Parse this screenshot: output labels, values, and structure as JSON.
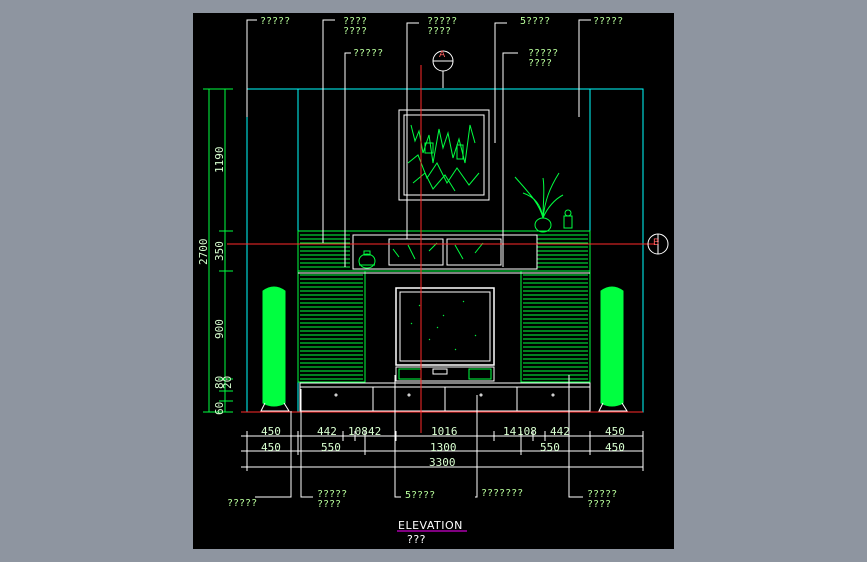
{
  "drawing": {
    "title": "ELEVATION",
    "subtitle": "???",
    "section_markers": [
      "A",
      "B"
    ],
    "colors": {
      "background": "#000000",
      "frame": "#8e95a0",
      "outline": "#00ffff",
      "furniture": "#00ff40",
      "dimension": "#d8ffd0",
      "leader": "#ffffff",
      "center_line": "#ff2a2a",
      "title_underline": "#ff00ff"
    },
    "callouts": {
      "top_left": "?????",
      "top_mid_left": "????\n????",
      "mid_left": "?????",
      "top_center": "?????\n????",
      "top_mid_right": "5????",
      "mid_right": "?????\n????",
      "top_right": "?????",
      "bottom_far_left": "?????",
      "bottom_left": "?????\n????",
      "bottom_center": "5????",
      "bottom_mid_right": "???????",
      "bottom_right": "?????\n????"
    },
    "dimensions": {
      "row1": [
        "450",
        "442",
        "108",
        "42",
        "1016",
        "14",
        "108",
        "442",
        "450"
      ],
      "row2": [
        "450",
        "550",
        "1300",
        "550",
        "450"
      ],
      "total": "3300",
      "vertical": [
        "1190",
        "350",
        "900",
        "80",
        "20",
        "60"
      ],
      "vertical_total": "2700"
    }
  }
}
